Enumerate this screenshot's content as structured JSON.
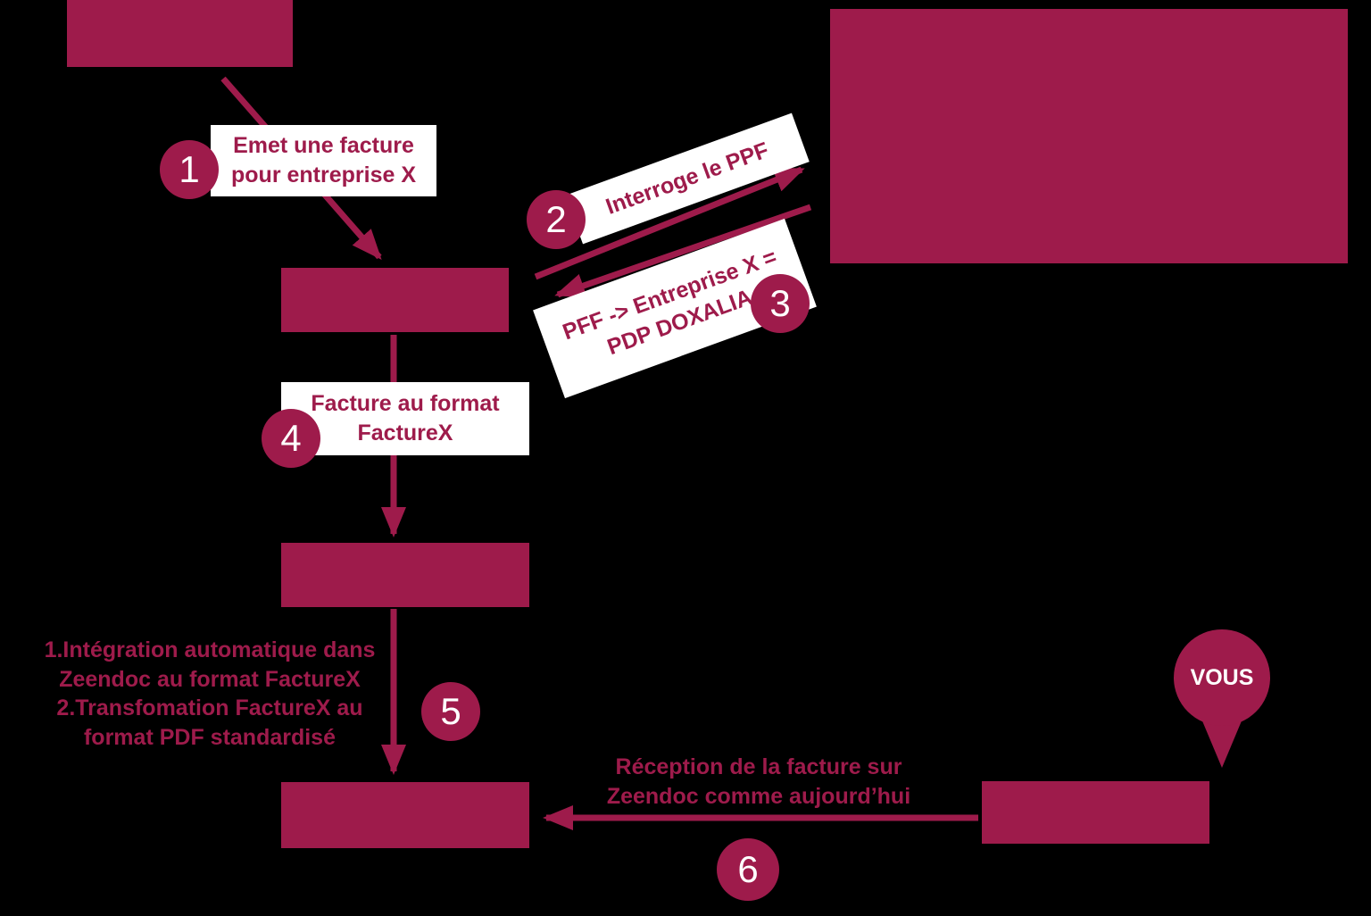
{
  "colors": {
    "background": "#000000",
    "primary": "#9e1b4b",
    "label_bg": "#ffffff"
  },
  "badges": {
    "b1": "1",
    "b2": "2",
    "b3": "3",
    "b4": "4",
    "b5": "5",
    "b6": "6"
  },
  "labels": {
    "step1": "Emet une facture\npour entreprise X",
    "step2": "Interroge le PPF",
    "step3": "PFF -> Entreprise X =\nPDP DOXALIA",
    "step4": "Facture au format\nFactureX",
    "step5_note": "1.Intégration automatique dans\nZeendoc au format FactureX\n2.Transfomation FactureX au\nformat PDF standardisé",
    "step6": "Réception de la facture sur\nZeendoc comme aujourd’hui",
    "pin": "VOUS"
  }
}
